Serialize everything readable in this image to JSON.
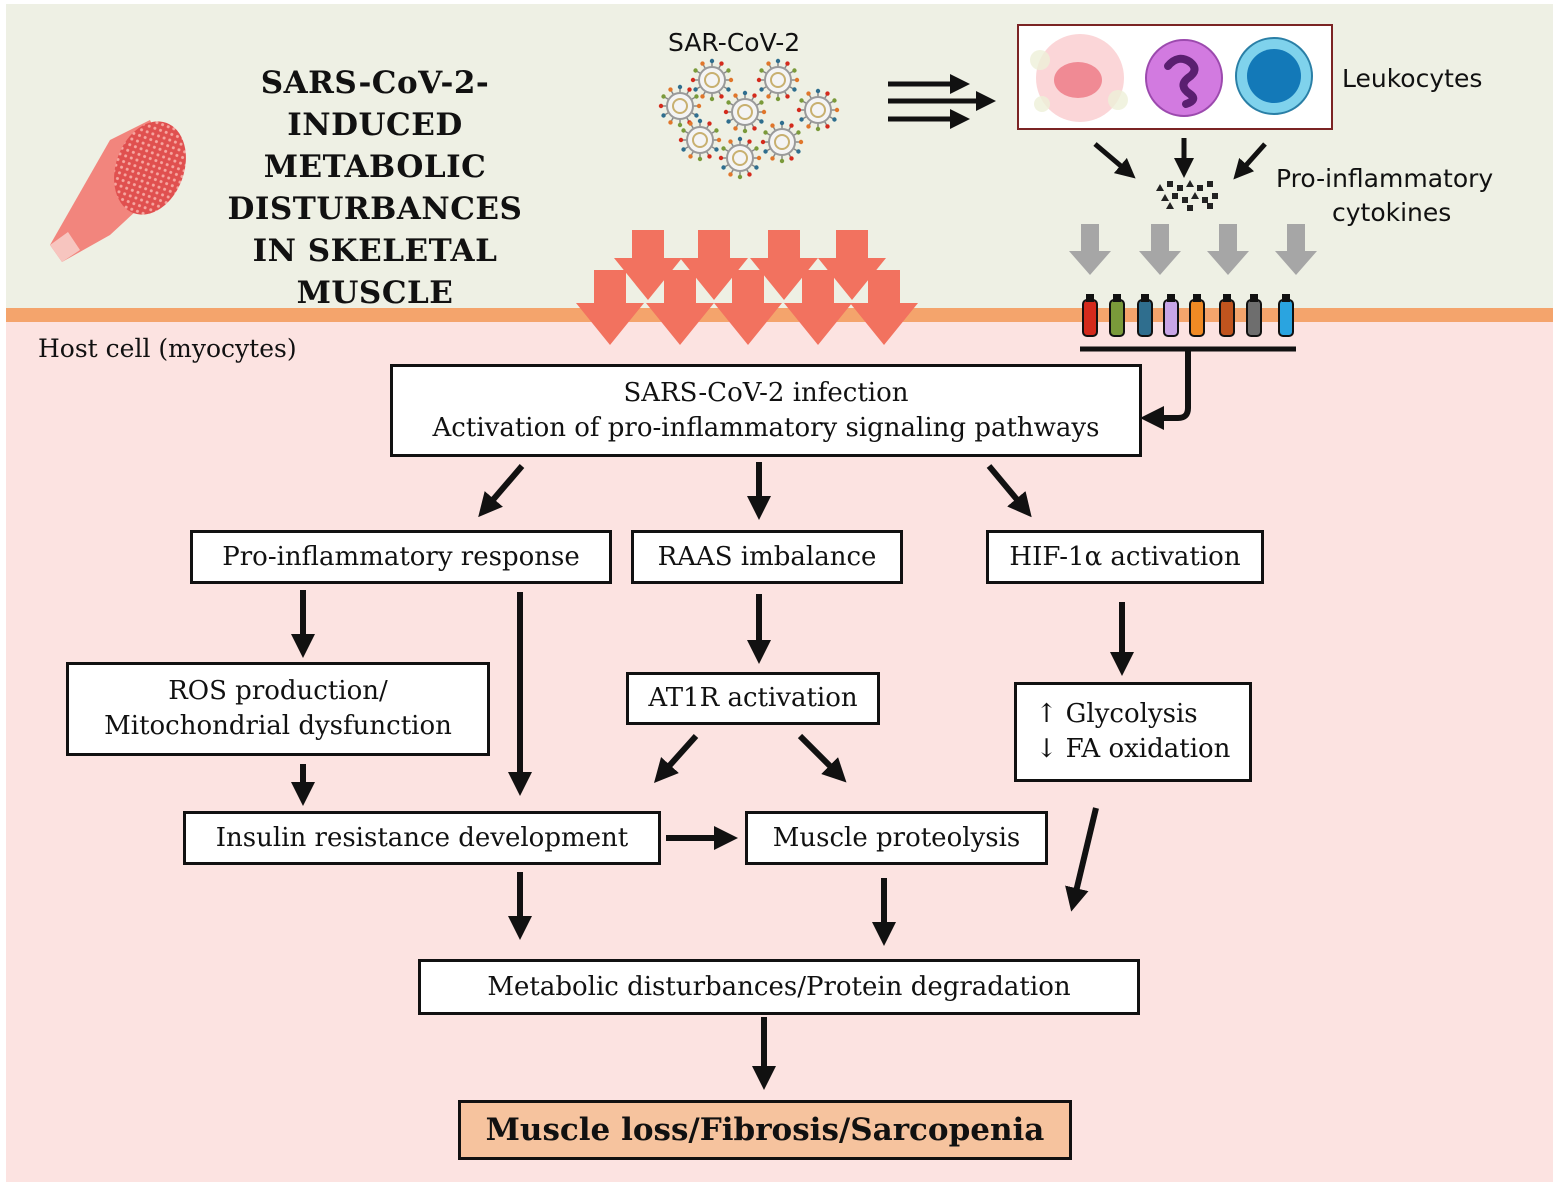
{
  "title_lines": [
    "SARS-CoV-2-INDUCED",
    "METABOLIC",
    "DISTURBANCES",
    "IN SKELETAL",
    "MUSCLE"
  ],
  "labels": {
    "virus": "SAR-CoV-2",
    "leukocytes": "Leukocytes",
    "cytokines_line1": "Pro-inflammatory",
    "cytokines_line2": "cytokines",
    "host_cell": "Host cell (myocytes)"
  },
  "boxes": {
    "infection_line1": "SARS-CoV-2 infection",
    "infection_line2": "Activation of pro-inflammatory signaling pathways",
    "proinflammatory_response": "Pro-inflammatory response",
    "raas_imbalance": "RAAS imbalance",
    "hif_activation": "HIF-1α activation",
    "ros_line1": "ROS production/",
    "ros_line2": "Mitochondrial dysfunction",
    "at1r_activation": "AT1R activation",
    "glycolysis": "↑ Glycolysis",
    "fa_oxidation": "↓ FA oxidation",
    "insulin_resistance": "Insulin resistance development",
    "muscle_proteolysis": "Muscle proteolysis",
    "metabolic_disturbances": "Metabolic disturbances/Protein degradation",
    "final_outcome": "Muscle loss/Fibrosis/Sarcopenia"
  },
  "colors": {
    "top_background": "#eef0e4",
    "cell_background": "#fce3e1",
    "membrane": "#f4a46c",
    "salmon_arrow": "#f2725f",
    "grey_arrow": "#a6a6a6",
    "final_box": "#f6c39e",
    "receptor_colors": [
      "#d42a1c",
      "#7a9a3a",
      "#2f6e8e",
      "#c8a6e6",
      "#f08a24",
      "#c0541e",
      "#6e6e6e",
      "#2aa4e0"
    ]
  },
  "icons": [
    "muscle-fiber-icon",
    "virus-particle-icon",
    "macrophage-icon",
    "neutrophil-icon",
    "lymphocyte-icon",
    "cytokine-cluster-icon",
    "receptor-icon"
  ]
}
